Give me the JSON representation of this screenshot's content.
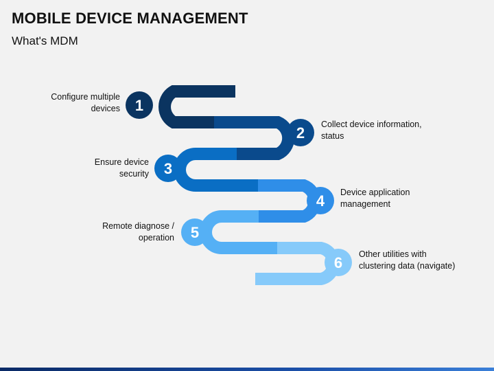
{
  "title": "MOBILE DEVICE MANAGEMENT",
  "subtitle": "What's MDM",
  "colors": {
    "band1": "#0b3460",
    "band2": "#0a4a8c",
    "band3": "#0a6ec4",
    "band4": "#2f8ee8",
    "band5": "#55b0f5",
    "band6": "#86cafa",
    "bottom_bar": "#1b4fa8"
  },
  "steps": [
    {
      "number": "1",
      "label_line1": "Configure multiple",
      "label_line2": "devices"
    },
    {
      "number": "2",
      "label_line1": "Collect device information,",
      "label_line2": "status"
    },
    {
      "number": "3",
      "label_line1": "Ensure device",
      "label_line2": "security"
    },
    {
      "number": "4",
      "label_line1": "Device application",
      "label_line2": "management"
    },
    {
      "number": "5",
      "label_line1": "Remote diagnose /",
      "label_line2": "operation"
    },
    {
      "number": "6",
      "label_line1": "Other utilities with",
      "label_line2": "clustering data (navigate)"
    }
  ]
}
